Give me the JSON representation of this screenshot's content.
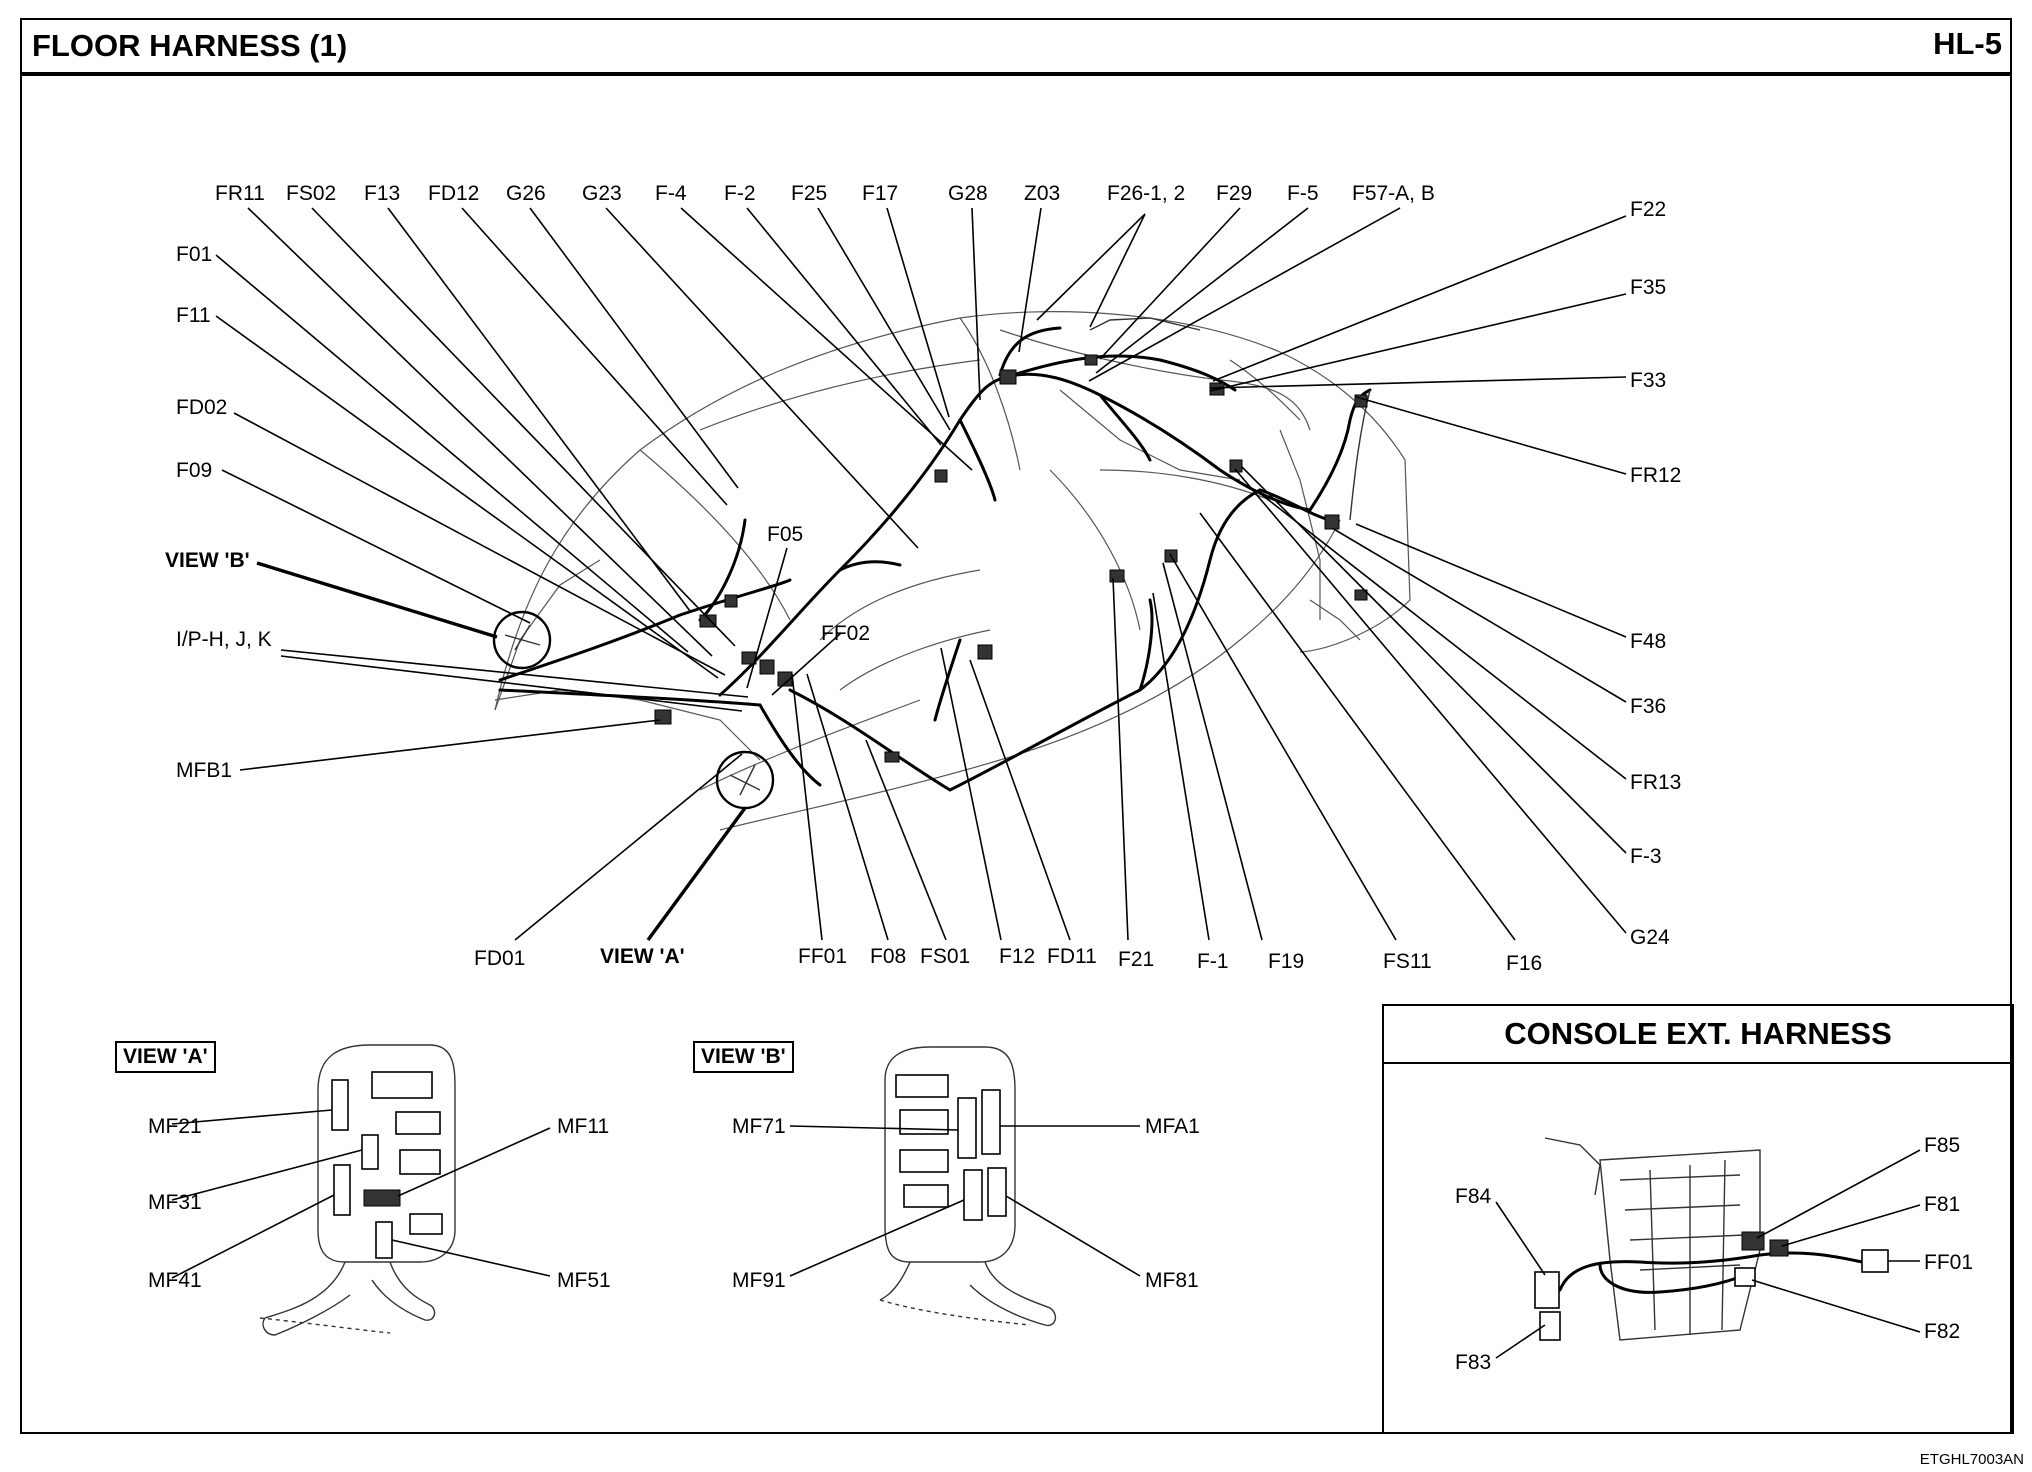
{
  "header": {
    "title": "FLOOR HARNESS (1)",
    "page_code": "HL-5"
  },
  "footer": {
    "doc_code": "ETGHL7003AN"
  },
  "main_diagram": {
    "top_labels": [
      "FR11",
      "FS02",
      "F13",
      "FD12",
      "G26",
      "G23",
      "F-4",
      "F-2",
      "F25",
      "F17",
      "G28",
      "Z03",
      "F26-1, 2",
      "F29",
      "F-5",
      "F57-A, B"
    ],
    "left_labels": [
      "F01",
      "F11",
      "FD02",
      "F09",
      "VIEW 'B'",
      "I/P-H, J, K",
      "MFB1"
    ],
    "right_labels": [
      "F22",
      "F35",
      "F33",
      "FR12",
      "F48",
      "F36",
      "FR13",
      "F-3",
      "G24"
    ],
    "bottom_labels": [
      "FD01",
      "VIEW 'A'",
      "FF01",
      "F08",
      "FS01",
      "F12",
      "FD11",
      "F21",
      "F-1",
      "F19",
      "FS11",
      "F16"
    ],
    "inner_labels": [
      "F05",
      "FF02"
    ]
  },
  "view_a": {
    "title": "VIEW 'A'",
    "left_labels": [
      "MF21",
      "MF31",
      "MF41"
    ],
    "right_labels": [
      "MF11",
      "MF51"
    ]
  },
  "view_b": {
    "title": "VIEW 'B'",
    "left_labels": [
      "MF71",
      "MF91"
    ],
    "right_labels": [
      "MFA1",
      "MF81"
    ]
  },
  "console": {
    "title": "CONSOLE EXT. HARNESS",
    "labels": [
      "F84",
      "F83",
      "F85",
      "F81",
      "FF01",
      "F82"
    ]
  }
}
